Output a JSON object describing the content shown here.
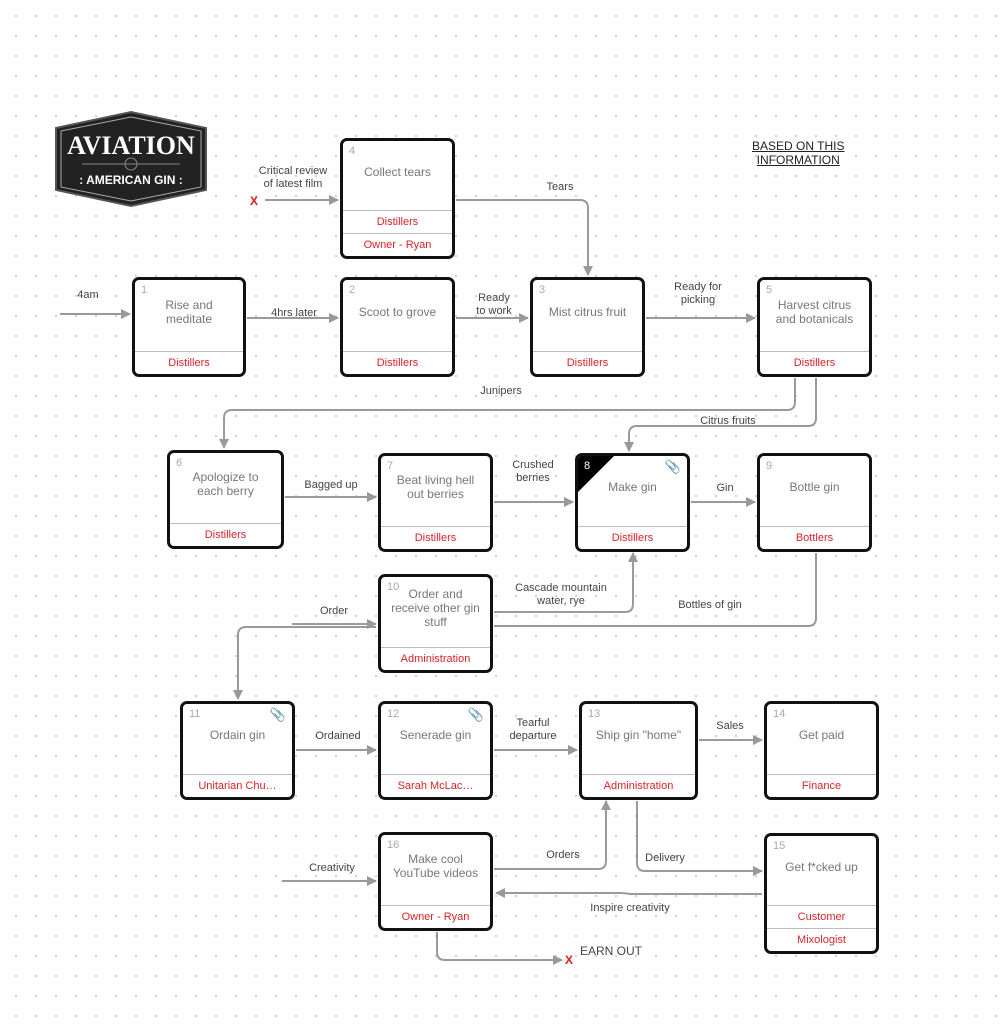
{
  "logo": {
    "line1": "AVIATION",
    "line2": "AMERICAN GIN"
  },
  "note": {
    "line1": "BASED ON THIS",
    "line2": "INFORMATION"
  },
  "nodes": {
    "n1": {
      "num": "1",
      "title": "Rise and meditate",
      "roles": [
        "Distillers"
      ]
    },
    "n2": {
      "num": "2",
      "title": "Scoot to grove",
      "roles": [
        "Distillers"
      ]
    },
    "n3": {
      "num": "3",
      "title": "Mist citrus fruit",
      "roles": [
        "Distillers"
      ]
    },
    "n4": {
      "num": "4",
      "title": "Collect tears",
      "roles": [
        "Distillers",
        "Owner - Ryan"
      ]
    },
    "n5": {
      "num": "5",
      "title": "Harvest citrus and botanicals",
      "roles": [
        "Distillers"
      ]
    },
    "n6": {
      "num": "6",
      "title": "Apologize to each berry",
      "roles": [
        "Distillers"
      ]
    },
    "n7": {
      "num": "7",
      "title": "Beat living hell out berries",
      "roles": [
        "Distillers"
      ]
    },
    "n8": {
      "num": "8",
      "title": "Make gin",
      "roles": [
        "Distillers"
      ],
      "attachment": true
    },
    "n9": {
      "num": "9",
      "title": "Bottle gin",
      "roles": [
        "Bottlers"
      ]
    },
    "n10": {
      "num": "10",
      "title": "Order and receive other gin stuff",
      "roles": [
        "Administration"
      ]
    },
    "n11": {
      "num": "11",
      "title": "Ordain gin",
      "roles": [
        "Unitarian Chu…"
      ],
      "attachment": true
    },
    "n12": {
      "num": "12",
      "title": "Senerade gin",
      "roles": [
        "Sarah McLac…"
      ],
      "attachment": true
    },
    "n13": {
      "num": "13",
      "title": "Ship gin \"home\"",
      "roles": [
        "Administration"
      ]
    },
    "n14": {
      "num": "14",
      "title": "Get paid",
      "roles": [
        "Finance"
      ]
    },
    "n15": {
      "num": "15",
      "title": "Get f*cked up",
      "roles": [
        "Customer",
        "Mixologist"
      ]
    },
    "n16": {
      "num": "16",
      "title": "Make cool YouTube videos",
      "roles": [
        "Owner - Ryan"
      ]
    }
  },
  "edges": {
    "e4am": "4am",
    "review": "Critical review of latest film",
    "later": "4hrs later",
    "ready_work": "Ready to work",
    "tears": "Tears",
    "ready_pick": "Ready for picking",
    "junipers": "Junipers",
    "citrus": "Citrus fruits",
    "bagged": "Bagged up",
    "crushed": "Crushed berries",
    "gin": "Gin",
    "cascade": "Cascade mountain water, rye",
    "bottles": "Bottles of gin",
    "order": "Order",
    "ordained": "Ordained",
    "tearful": "Tearful departure",
    "sales": "Sales",
    "orders": "Orders",
    "delivery": "Delivery",
    "inspire": "Inspire creativity",
    "creativity": "Creativity",
    "earnout": "EARN OUT",
    "x": "X"
  }
}
